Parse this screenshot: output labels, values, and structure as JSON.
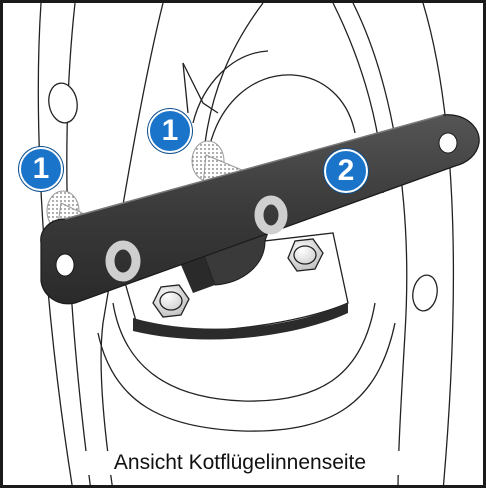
{
  "callouts": [
    {
      "number": "1",
      "part": "bolt-left"
    },
    {
      "number": "1",
      "part": "bolt-right"
    },
    {
      "number": "2",
      "part": "bracket"
    }
  ],
  "caption": "Ansicht Kotflügelinnenseite",
  "colors": {
    "callout_fill": "#1a74c9",
    "bracket": "#3a3a3a",
    "washer_highlight": "#cfcfcf",
    "line_art": "#222222"
  }
}
